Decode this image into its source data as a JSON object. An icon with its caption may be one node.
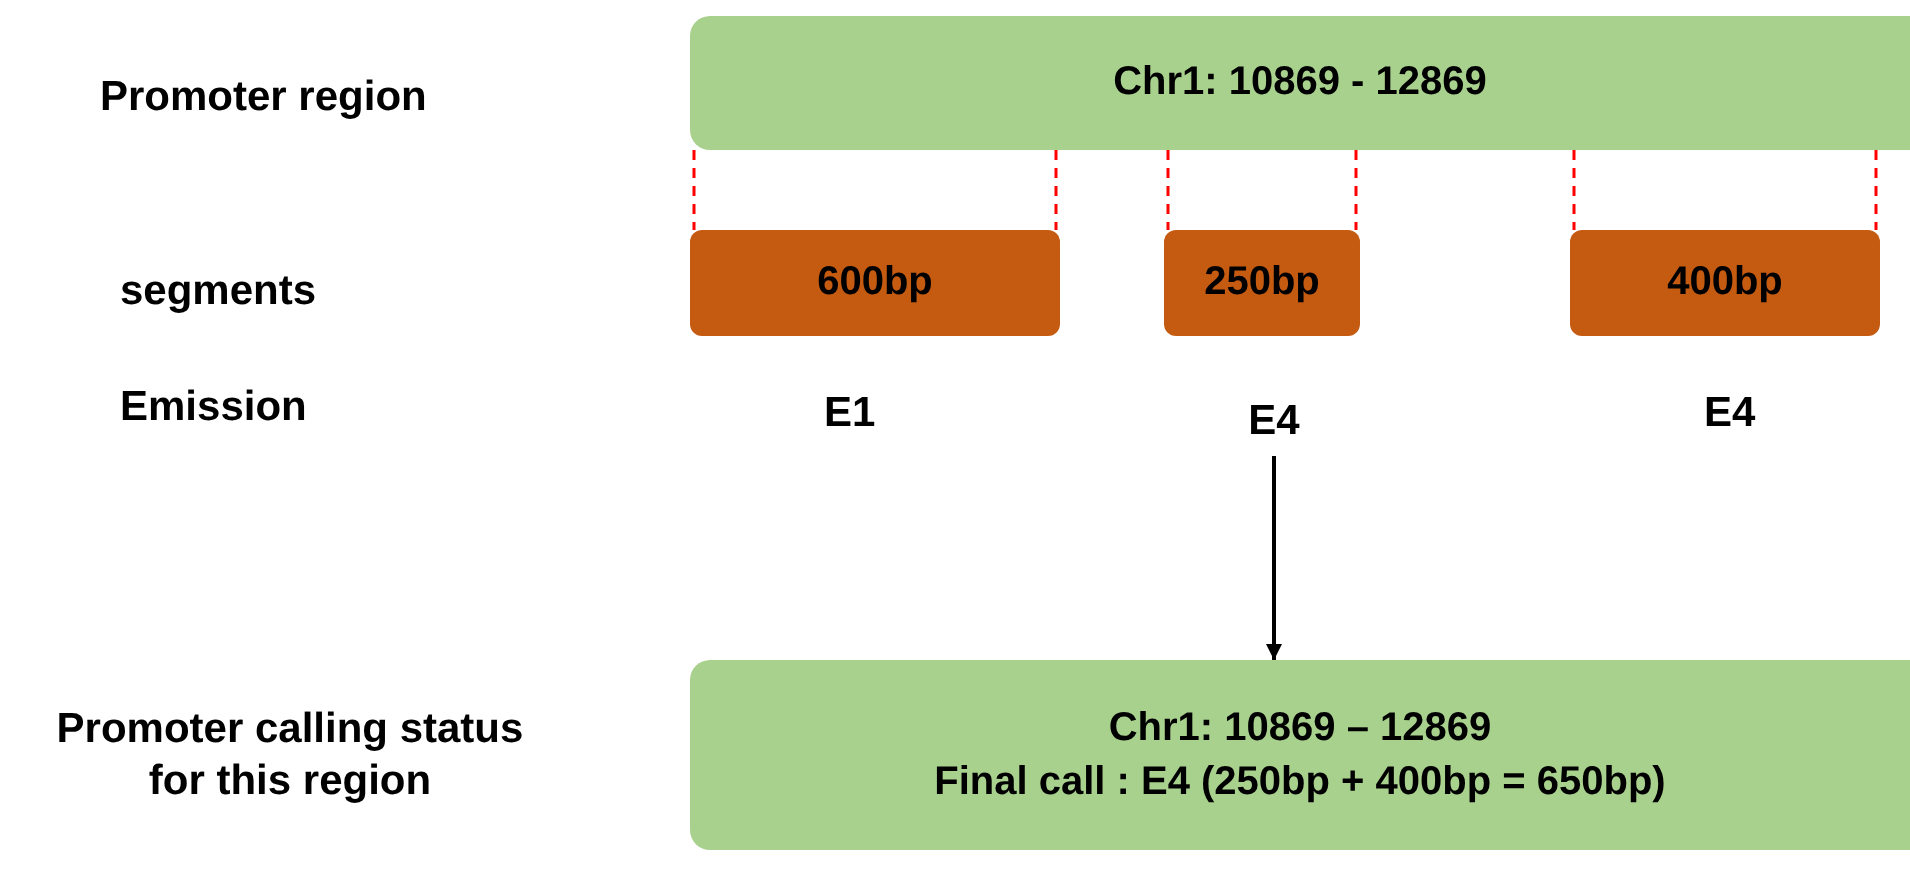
{
  "diagram": {
    "nodes": [
      {
        "text": [
          "Chr1: 10869 - 12869"
        ]
      },
      {
        "text": [
          "600bp"
        ]
      },
      {
        "text": [
          "250bp"
        ]
      },
      {
        "text": [
          "400bp"
        ]
      },
      {
        "text": [
          "E4"
        ]
      },
      {
        "text": [
          "Chr1: 10869 – 12869",
          "Final call : E4 (250bp + 400bp = 650bp)"
        ]
      }
    ],
    "edges": [
      {
        "from": 0,
        "to": 1,
        "arrow": "none",
        "style": "dashed",
        "color": "#ff0000"
      },
      {
        "from": 0,
        "to": 1,
        "arrow": "none",
        "style": "dashed",
        "color": "#ff0000"
      },
      {
        "from": 0,
        "to": 2,
        "arrow": "none",
        "style": "dashed",
        "color": "#ff0000"
      },
      {
        "from": 0,
        "to": 2,
        "arrow": "none",
        "style": "dashed",
        "color": "#ff0000"
      },
      {
        "from": 0,
        "to": 3,
        "arrow": "none",
        "style": "dashed",
        "color": "#ff0000"
      },
      {
        "from": 0,
        "to": 3,
        "arrow": "none",
        "style": "dashed",
        "color": "#ff0000"
      },
      {
        "from": 4,
        "to": 5,
        "arrow": "to",
        "color": "#000000"
      }
    ],
    "labels": [
      "Promoter region",
      "segments",
      "Emission",
      "E1",
      "E4",
      "Promoter calling status for this region"
    ]
  }
}
